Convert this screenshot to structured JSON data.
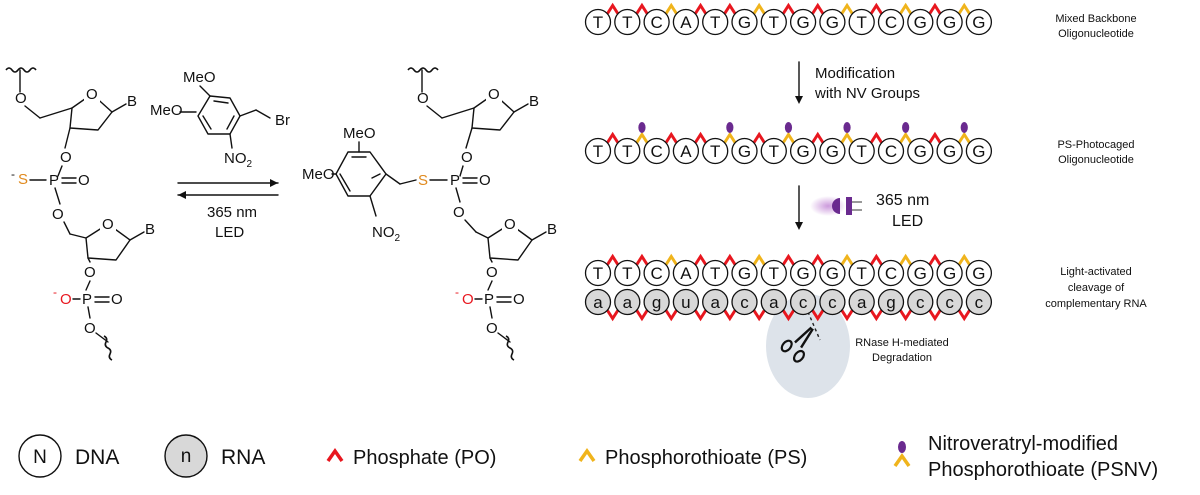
{
  "colors": {
    "phosphate": "#e8171f",
    "phosphorothioate": "#f0b41c",
    "nv_group": "#6a2a8f",
    "rna_fill": "#d8d8d8",
    "dna_fill": "#ffffff",
    "scissors_halo": "#dde3ea",
    "sulfur_text": "#e08a1e",
    "oxygen_text": "#e8171f"
  },
  "reaction": {
    "reagent": {
      "meo_top": "MeO",
      "meo_left": "MeO",
      "br": "Br",
      "no2": "NO",
      "no2_sub": "2"
    },
    "conditions": {
      "line1": "365 nm",
      "line2": "LED"
    },
    "reactant": {
      "o_top": "O",
      "o_ring1": "O",
      "b1": "B",
      "o_3prime": "O",
      "s_minus": "S",
      "charge": "-",
      "p1": "P",
      "o_double1": "O",
      "o_link": "O",
      "o_5prime": "O",
      "o_ring2": "O",
      "b2": "B",
      "o_3prime_2": "O",
      "o_minus": "O",
      "charge2": "-",
      "p2": "P",
      "o_double2": "O",
      "o_end": "O"
    },
    "product": {
      "o_top": "O",
      "o_ring1": "O",
      "b1": "B",
      "o_3prime": "O",
      "s": "S",
      "p1": "P",
      "o_double1": "O",
      "o_link": "O",
      "o_5prime": "O",
      "o_ring2": "O",
      "b2": "B",
      "o_3prime_2": "O",
      "o_minus": "O",
      "charge2": "-",
      "p2": "P",
      "o_double2": "O",
      "o_end": "O",
      "meo_top": "MeO",
      "meo_left": "MeO",
      "no2": "NO",
      "no2_sub": "2"
    }
  },
  "strands": {
    "dna_sequence": [
      "T",
      "T",
      "C",
      "A",
      "T",
      "G",
      "T",
      "G",
      "G",
      "T",
      "C",
      "G",
      "G",
      "G"
    ],
    "rna_sequence": [
      "a",
      "a",
      "g",
      "u",
      "a",
      "c",
      "a",
      "c",
      "c",
      "a",
      "g",
      "c",
      "c",
      "c"
    ],
    "row1_backbone": [
      "PO",
      "PO",
      "PS",
      "PO",
      "PO",
      "PS",
      "PO",
      "PO",
      "PS",
      "PO",
      "PS",
      "PO",
      "PS"
    ],
    "row2_backbone": [
      "PO",
      "PSNV",
      "PO",
      "PO",
      "PSNV",
      "PO",
      "PSNV",
      "PO",
      "PSNV",
      "PO",
      "PSNV",
      "PO",
      "PSNV"
    ],
    "row3_backbone": [
      "PO",
      "PO",
      "PS",
      "PO",
      "PO",
      "PS",
      "PO",
      "PO",
      "PS",
      "PO",
      "PS",
      "PO",
      "PS"
    ],
    "rna_backbone": [
      "PO",
      "PO",
      "PO",
      "PO",
      "PO",
      "PO",
      "PO",
      "PO",
      "PO",
      "PO",
      "PO",
      "PO",
      "PO"
    ]
  },
  "labels": {
    "row1": [
      "Mixed Backbone",
      "Oligonucleotide"
    ],
    "row2": [
      "PS-Photocaged",
      "Oligonucleotide"
    ],
    "row3": [
      "Light-activated",
      "cleavage of",
      "complementary RNA"
    ],
    "rnase": [
      "RNase H-mediated",
      "Degradation"
    ]
  },
  "steps": {
    "step1": [
      "Modification",
      "with NV Groups"
    ],
    "step2": [
      "365 nm",
      "LED"
    ]
  },
  "legend": {
    "dna_symbol": "N",
    "dna_label": "DNA",
    "rna_symbol": "n",
    "rna_label": "RNA",
    "po_label": "Phosphate (PO)",
    "ps_label": "Phosphorothioate (PS)",
    "psnv_label_1": "Nitroveratryl-modified",
    "psnv_label_2": "Phosphorothioate (PSNV)"
  }
}
